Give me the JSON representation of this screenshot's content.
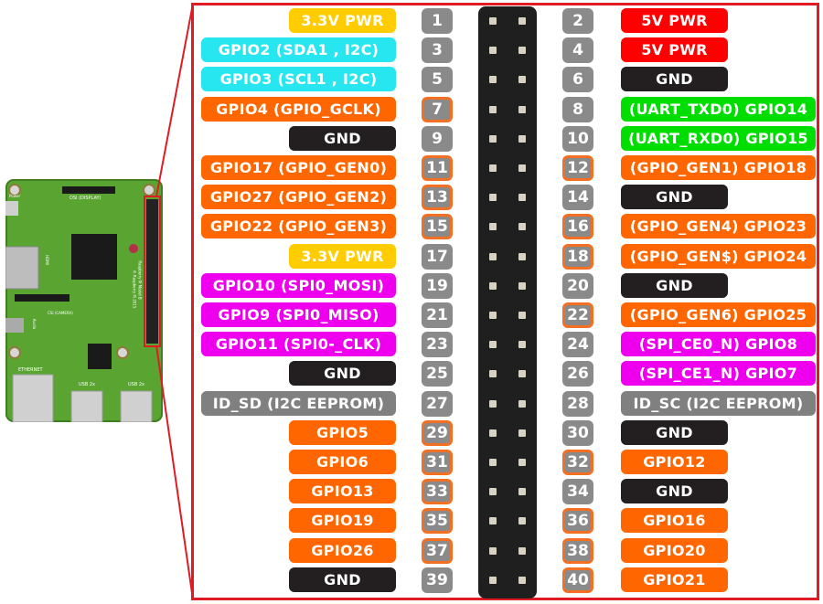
{
  "board": {
    "labels": [
      "DSI (DISPLAY)",
      "Power",
      "HDMI",
      "CSI (CAMERA)",
      "Audio",
      "ETHERNET",
      "USB 2x",
      "USB 2x",
      "Raspberry Pi Model B",
      "© Raspberry Pi 2015"
    ]
  },
  "colors": {
    "power33": "#ffcc00",
    "power5": "#ff0000",
    "gnd": "#231f20",
    "i2c": "#28e6f0",
    "gpio": "#ff6600",
    "uart": "#00dd00",
    "spi": "#ee00ee",
    "id": "#808080",
    "pin_number_bg": "#8a8a8a",
    "pin_number_outline": "#f36f21",
    "callout": "#e01b24",
    "header": "#1f1f1f"
  },
  "pins": [
    {
      "odd": 1,
      "odd_label": "3.3V PWR",
      "odd_type": "power33",
      "odd_gpio": false,
      "even": 2,
      "even_label": "5V PWR",
      "even_type": "power5",
      "even_gpio": false
    },
    {
      "odd": 3,
      "odd_label": "GPIO2 (SDA1 , I2C)",
      "odd_type": "i2c",
      "odd_gpio": false,
      "even": 4,
      "even_label": "5V PWR",
      "even_type": "power5",
      "even_gpio": false
    },
    {
      "odd": 5,
      "odd_label": "GPIO3 (SCL1 , I2C)",
      "odd_type": "i2c",
      "odd_gpio": false,
      "even": 6,
      "even_label": "GND",
      "even_type": "gnd",
      "even_gpio": false
    },
    {
      "odd": 7,
      "odd_label": "GPIO4 (GPIO_GCLK)",
      "odd_type": "gpio",
      "odd_gpio": true,
      "even": 8,
      "even_label": "(UART_TXD0) GPIO14",
      "even_type": "uart",
      "even_gpio": false
    },
    {
      "odd": 9,
      "odd_label": "GND",
      "odd_type": "gnd",
      "odd_gpio": false,
      "even": 10,
      "even_label": "(UART_RXD0) GPIO15",
      "even_type": "uart",
      "even_gpio": false
    },
    {
      "odd": 11,
      "odd_label": "GPIO17 (GPIO_GEN0)",
      "odd_type": "gpio",
      "odd_gpio": true,
      "even": 12,
      "even_label": "(GPIO_GEN1) GPIO18",
      "even_type": "gpio",
      "even_gpio": true
    },
    {
      "odd": 13,
      "odd_label": "GPIO27 (GPIO_GEN2)",
      "odd_type": "gpio",
      "odd_gpio": true,
      "even": 14,
      "even_label": "GND",
      "even_type": "gnd",
      "even_gpio": false
    },
    {
      "odd": 15,
      "odd_label": "GPIO22 (GPIO_GEN3)",
      "odd_type": "gpio",
      "odd_gpio": true,
      "even": 16,
      "even_label": "(GPIO_GEN4) GPIO23",
      "even_type": "gpio",
      "even_gpio": true
    },
    {
      "odd": 17,
      "odd_label": "3.3V PWR",
      "odd_type": "power33",
      "odd_gpio": false,
      "even": 18,
      "even_label": "(GPIO_GEN$) GPIO24",
      "even_type": "gpio",
      "even_gpio": true
    },
    {
      "odd": 19,
      "odd_label": "GPIO10 (SPI0_MOSI)",
      "odd_type": "spi",
      "odd_gpio": false,
      "even": 20,
      "even_label": "GND",
      "even_type": "gnd",
      "even_gpio": false
    },
    {
      "odd": 21,
      "odd_label": "GPIO9 (SPI0_MISO)",
      "odd_type": "spi",
      "odd_gpio": false,
      "even": 22,
      "even_label": "(GPIO_GEN6) GPIO25",
      "even_type": "gpio",
      "even_gpio": true
    },
    {
      "odd": 23,
      "odd_label": "GPIO11 (SPI0-_CLK)",
      "odd_type": "spi",
      "odd_gpio": false,
      "even": 24,
      "even_label": "(SPI_CE0_N) GPIO8",
      "even_type": "spi",
      "even_gpio": false
    },
    {
      "odd": 25,
      "odd_label": "GND",
      "odd_type": "gnd",
      "odd_gpio": false,
      "even": 26,
      "even_label": "(SPI_CE1_N) GPIO7",
      "even_type": "spi",
      "even_gpio": false
    },
    {
      "odd": 27,
      "odd_label": "ID_SD (I2C EEPROM)",
      "odd_type": "id",
      "odd_gpio": false,
      "even": 28,
      "even_label": "ID_SC (I2C EEPROM)",
      "even_type": "id",
      "even_gpio": false
    },
    {
      "odd": 29,
      "odd_label": "GPIO5",
      "odd_type": "gpio",
      "odd_gpio": true,
      "even": 30,
      "even_label": "GND",
      "even_type": "gnd",
      "even_gpio": false
    },
    {
      "odd": 31,
      "odd_label": "GPIO6",
      "odd_type": "gpio",
      "odd_gpio": true,
      "even": 32,
      "even_label": "GPIO12",
      "even_type": "gpio",
      "even_gpio": true
    },
    {
      "odd": 33,
      "odd_label": "GPIO13",
      "odd_type": "gpio",
      "odd_gpio": true,
      "even": 34,
      "even_label": "GND",
      "even_type": "gnd",
      "even_gpio": false
    },
    {
      "odd": 35,
      "odd_label": "GPIO19",
      "odd_type": "gpio",
      "odd_gpio": true,
      "even": 36,
      "even_label": "GPIO16",
      "even_type": "gpio",
      "even_gpio": true
    },
    {
      "odd": 37,
      "odd_label": "GPIO26",
      "odd_type": "gpio",
      "odd_gpio": true,
      "even": 38,
      "even_label": "GPIO20",
      "even_type": "gpio",
      "even_gpio": true
    },
    {
      "odd": 39,
      "odd_label": "GND",
      "odd_type": "gnd",
      "odd_gpio": false,
      "even": 40,
      "even_label": "GPIO21",
      "even_type": "gpio",
      "even_gpio": true
    }
  ]
}
